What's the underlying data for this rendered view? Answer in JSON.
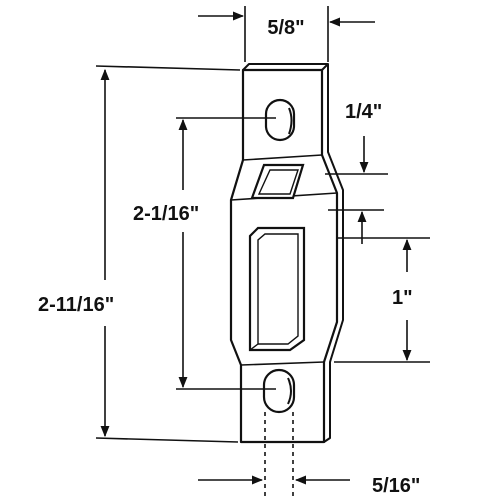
{
  "diagram": {
    "dimensions": {
      "width": "5/8\"",
      "slot_offset": "1/4\"",
      "hole_spacing": "2-1/16\"",
      "overall_length": "2-11/16\"",
      "slot_length": "1\"",
      "hole_width": "5/16\""
    }
  },
  "colors": {
    "ink": "#111111",
    "plate_fill": "#ffffff",
    "background": "#ffffff"
  }
}
